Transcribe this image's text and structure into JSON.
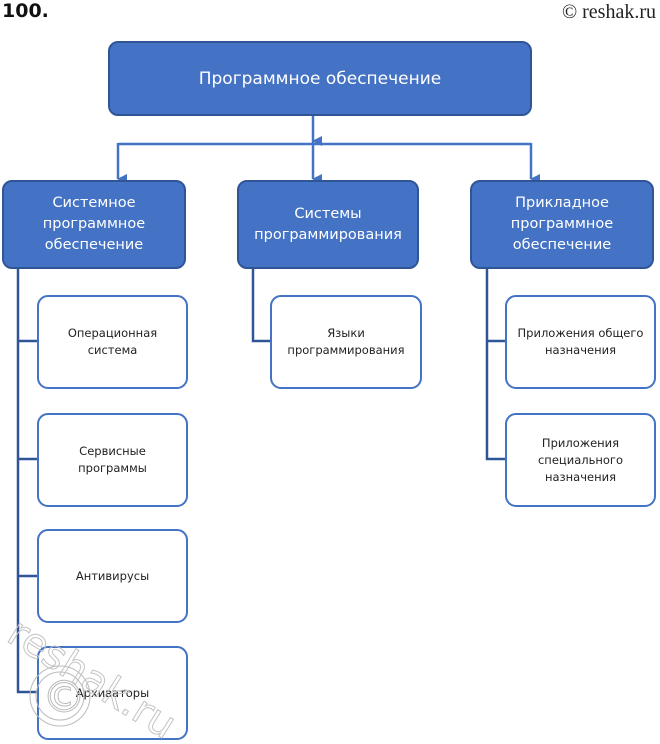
{
  "header": {
    "problem_number": "100.",
    "copyright": "© reshak.ru"
  },
  "diagram": {
    "root": "Программное обеспечение",
    "categories": [
      {
        "label": "Системное программное обеспечение",
        "children": [
          "Операционная система",
          "Сервисные программы",
          "Антивирусы",
          "Архиваторы"
        ]
      },
      {
        "label": "Системы программирования",
        "children": [
          "Языки программирования"
        ]
      },
      {
        "label": "Прикладное программное обеспечение",
        "children": [
          "Приложения общего назначения",
          "Приложения специального назначения"
        ]
      }
    ],
    "colors": {
      "fill": "#4472c4",
      "border_dark": "#2f5597",
      "connector": "#4472c4",
      "child_border": "#4472c4"
    }
  },
  "watermark": {
    "text": "reshak.ru",
    "symbol": "©"
  }
}
